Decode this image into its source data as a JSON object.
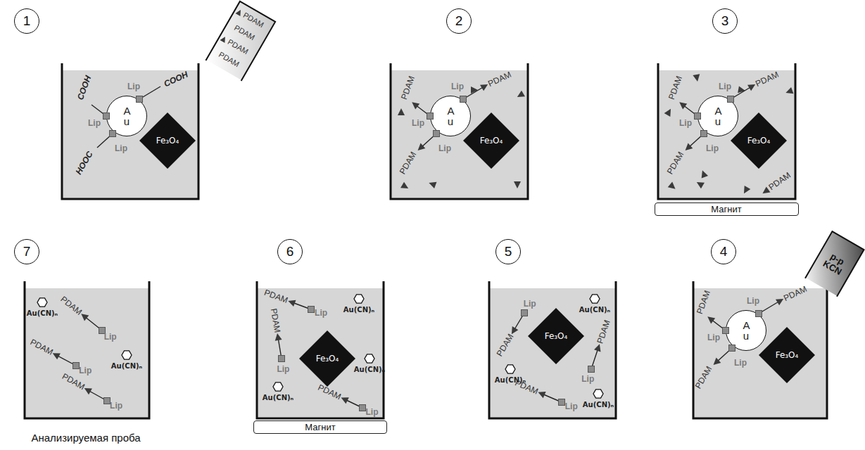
{
  "diagram": {
    "nodes": [
      {
        "text": [
          "1"
        ]
      },
      {
        "text": [
          "PDAM",
          "PDAM",
          "PDAM",
          "PDAM"
        ]
      },
      {
        "text": [
          "A u"
        ]
      },
      {
        "text": [
          "Fe₃O₄"
        ]
      },
      {
        "text": [
          "2"
        ]
      },
      {
        "text": [
          "A u"
        ]
      },
      {
        "text": [
          "Fe₃O₄"
        ]
      },
      {
        "text": [
          "3"
        ]
      },
      {
        "text": [
          "A u"
        ]
      },
      {
        "text": [
          "Fe₃O₄"
        ]
      },
      {
        "text": [
          "Магнит"
        ]
      },
      {
        "text": [
          "7"
        ]
      },
      {
        "text": [
          "6"
        ]
      },
      {
        "text": [
          "Fe₃O₄"
        ]
      },
      {
        "text": [
          "Магнит"
        ]
      },
      {
        "text": [
          "5"
        ]
      },
      {
        "text": [
          "Fe₃O₄"
        ]
      },
      {
        "text": [
          "4"
        ]
      },
      {
        "text": [
          "A u"
        ]
      },
      {
        "text": [
          "Fe₃O₄"
        ]
      },
      {
        "text": [
          "р-р KCN"
        ]
      }
    ],
    "labels": [
      "COOH",
      "Lip",
      "COOH",
      "Lip",
      "HOOC",
      "Lip",
      "PDAM",
      "Lip",
      "PDAM",
      "Lip",
      "PDAM",
      "Lip",
      "PDAM",
      "Lip",
      "PDAM",
      "Lip",
      "PDAM",
      "Lip",
      "PDAM",
      "Au(CN)ₙ",
      "PDAM",
      "Lip",
      "PDAM",
      "Lip",
      "PDAM",
      "Lip",
      "Au(CN)ₙ",
      "Анализируемая проба",
      "PDAM",
      "Lip",
      "Au(CN)ₙ",
      "PDAM",
      "Lip",
      "Au(CN)ₙ",
      "PDAM",
      "Lip",
      "Au(CN)ₙ",
      "PDAM",
      "Lip",
      "Au(CN)ₙ",
      "PDAM",
      "Lip",
      "Au(CN)ₙ",
      "PDAM",
      "Lip",
      "Au(CN)ₙ",
      "PDAM",
      "Lip",
      "PDAM",
      "Lip",
      "PDAM",
      "Lip"
    ]
  }
}
